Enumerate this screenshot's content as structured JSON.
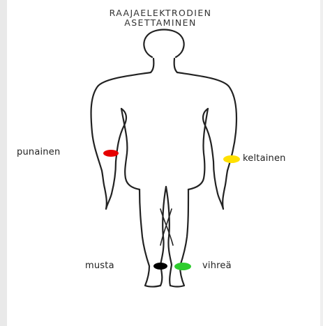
{
  "title": {
    "line1": "RAAJAELEKTRODIEN",
    "line2": "ASETTAMINEN"
  },
  "electrodes": [
    {
      "id": "red",
      "label": "punainen",
      "color": "#e60000"
    },
    {
      "id": "yellow",
      "label": "keltainen",
      "color": "#ffe000"
    },
    {
      "id": "black",
      "label": "musta",
      "color": "#000000"
    },
    {
      "id": "green",
      "label": "vihreä",
      "color": "#2ecc2e"
    }
  ],
  "colors": {
    "outline": "#222222",
    "background": "#ffffff"
  }
}
